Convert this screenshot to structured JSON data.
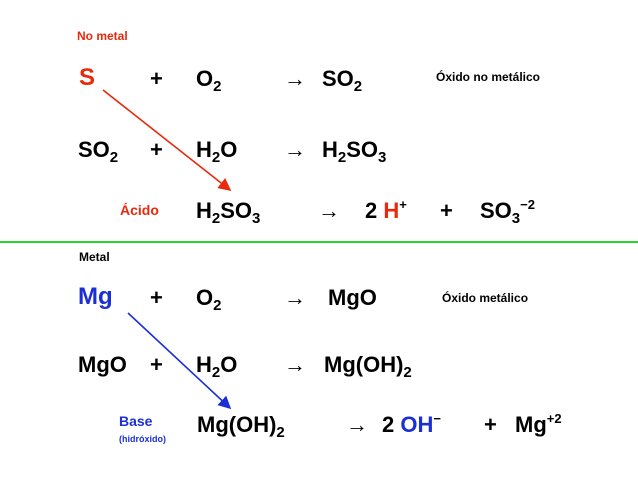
{
  "sections": {
    "nonmetal": {
      "heading": "No metal",
      "row1": {
        "reactant1": "S",
        "plus": "+",
        "reactant2_main": "O",
        "reactant2_sub": "2",
        "arrow": "→",
        "product_main": "SO",
        "product_sub": "2",
        "note": "Óxido no metálico"
      },
      "row2": {
        "reactant1_main": "SO",
        "reactant1_sub": "2",
        "plus": "+",
        "reactant2_main": "H",
        "reactant2_sub": "2",
        "reactant2_tail": "O",
        "arrow": "→",
        "product_a": "H",
        "product_sub1": "2",
        "product_b": "SO",
        "product_sub2": "3"
      },
      "row3": {
        "label": "Ácido",
        "compound_a": "H",
        "compound_sub1": "2",
        "compound_b": "SO",
        "compound_sub2": "3",
        "arrow": "→",
        "coef": "2",
        "ion1": "H",
        "ion1_charge": "+",
        "plus": "+",
        "ion2_main": "SO",
        "ion2_sub": "3",
        "ion2_charge": "−2"
      }
    },
    "metal": {
      "heading": "Metal",
      "row1": {
        "reactant1": "Mg",
        "plus": "+",
        "reactant2_main": "O",
        "reactant2_sub": "2",
        "arrow": "→",
        "product": "MgO",
        "note": "Óxido metálico"
      },
      "row2": {
        "reactant1": "MgO",
        "plus": "+",
        "reactant2_main": "H",
        "reactant2_sub": "2",
        "reactant2_tail": "O",
        "arrow": "→",
        "product_main": "Mg(OH)",
        "product_sub": "2"
      },
      "row3": {
        "label": "Base",
        "label_sub": "(hidróxido)",
        "compound_main": "Mg(OH)",
        "compound_sub": "2",
        "arrow": "→",
        "coef": "2",
        "ion1": "OH",
        "ion1_charge": "−",
        "plus": "+",
        "ion2_main": "Mg",
        "ion2_charge": "+2"
      }
    }
  },
  "colors": {
    "red": "#e8290b",
    "blue": "#1c2fd6",
    "divider": "#2ed32e",
    "text": "#000000"
  }
}
